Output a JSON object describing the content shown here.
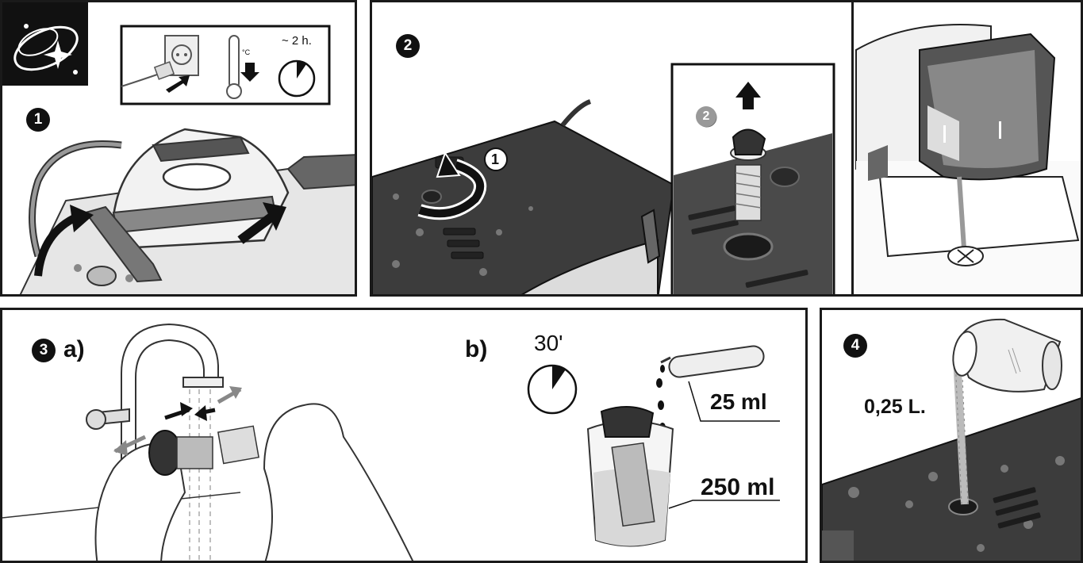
{
  "panel_1": {
    "step": "1",
    "duration": "~ 2 h.",
    "temperature_unit": "°C"
  },
  "panel_2": {
    "step": "2",
    "sub_step_1": "1",
    "sub_step_2": "2"
  },
  "panel_3": {
    "step": "3",
    "part_a_label": "a)",
    "part_b_label": "b)",
    "soak_time": "30'",
    "descaler_amount": "25 ml",
    "water_amount": "250 ml"
  },
  "panel_4": {
    "step": "4",
    "rinse_volume": "0,25 L."
  },
  "icons": [
    "clean-sparkle-icon",
    "unplug-icon",
    "thermometer-cool-icon",
    "clock-icon"
  ]
}
